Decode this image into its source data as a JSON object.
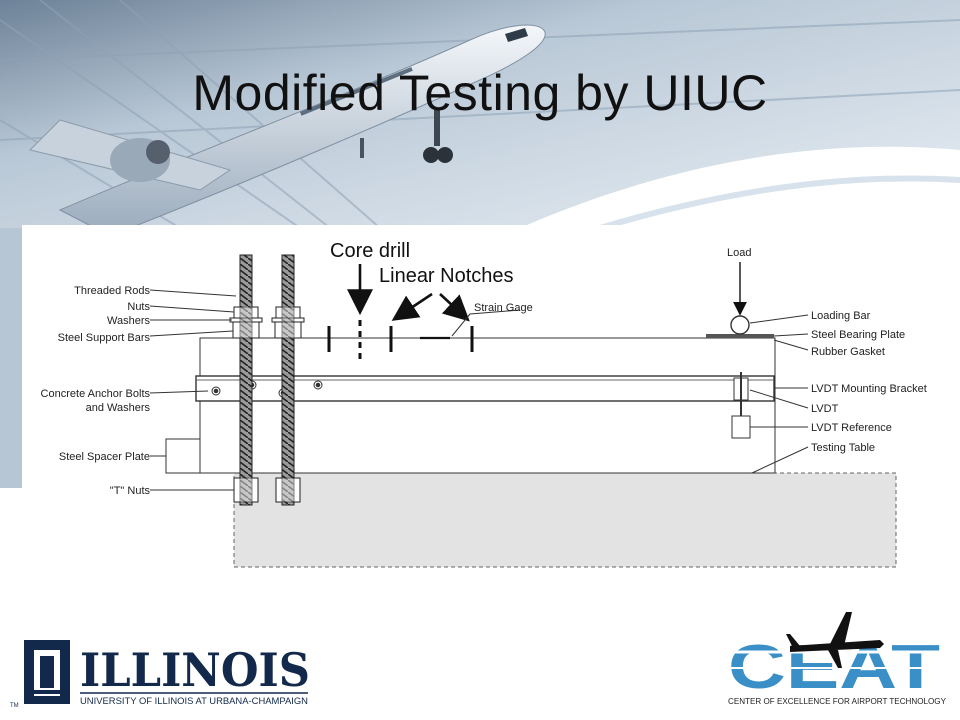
{
  "slide": {
    "title": "Modified Testing by UIUC"
  },
  "annotations": {
    "core_drill": "Core drill",
    "linear_notches": "Linear Notches"
  },
  "diagram": {
    "labels_left": {
      "threaded_rods": "Threaded Rods",
      "nuts": "Nuts",
      "washers": "Washers",
      "steel_support_bars": "Steel Support Bars",
      "concrete_anchor_bolts": "Concrete Anchor Bolts",
      "and_washers": "and Washers",
      "steel_spacer_plate": "Steel Spacer Plate",
      "t_nuts": "\"T\" Nuts"
    },
    "labels_right": {
      "load": "Load",
      "strain_gage": "Strain Gage",
      "loading_bar": "Loading Bar",
      "steel_bearing_plate": "Steel Bearing Plate",
      "rubber_gasket": "Rubber Gasket",
      "lvdt_mounting_bracket": "LVDT Mounting Bracket",
      "lvdt": "LVDT",
      "lvdt_reference": "LVDT Reference",
      "testing_table": "Testing Table"
    }
  },
  "footer": {
    "illinois_wordmark": "ILLINOIS",
    "illinois_subtitle": "UNIVERSITY OF ILLINOIS AT URBANA-CHAMPAIGN",
    "tm": "TM",
    "ceat_subtitle": "CENTER OF EXCELLENCE FOR AIRPORT TECHNOLOGY",
    "ceat_logo_text": "CEAT"
  },
  "colors": {
    "illinois_blue": "#13294b",
    "ceat_blue": "#3a8fc7",
    "banner_blue": "#c9d7e4"
  }
}
